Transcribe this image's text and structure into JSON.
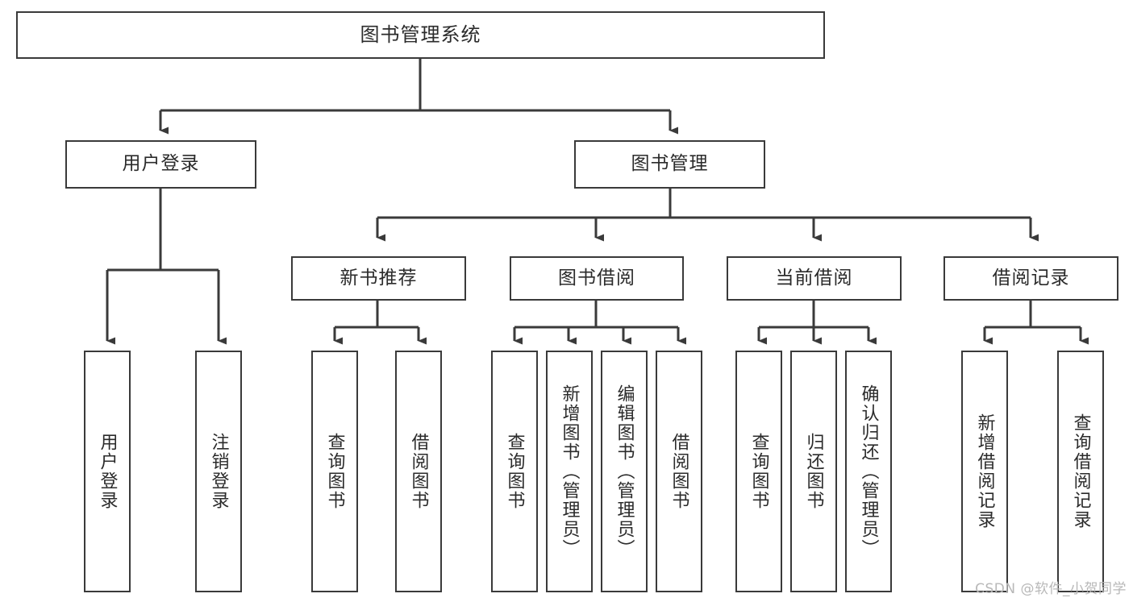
{
  "diagram": {
    "title": "图书管理系统",
    "watermark": "CSDN @软件_小贺同学",
    "line_color": "#3a3a3a",
    "box_border_color": "#3a3a3a",
    "text_color": "#2b2b2b",
    "background": "#ffffff"
  },
  "nodes": {
    "root": {
      "label": "图书管理系统"
    },
    "level2": [
      {
        "label": "用户登录"
      },
      {
        "label": "图书管理"
      }
    ],
    "level3": [
      {
        "label": "新书推荐"
      },
      {
        "label": "图书借阅"
      },
      {
        "label": "当前借阅"
      },
      {
        "label": "借阅记录"
      }
    ],
    "leaves": {
      "user_login": [
        {
          "label": "用户登录"
        },
        {
          "label": "注销登录"
        }
      ],
      "new_book": [
        {
          "label": "查询图书"
        },
        {
          "label": "借阅图书"
        }
      ],
      "book_borrow": [
        {
          "label": "查询图书"
        },
        {
          "label": "新增图书（管理员）"
        },
        {
          "label": "编辑图书（管理员）"
        },
        {
          "label": "借阅图书"
        }
      ],
      "current_borrow": [
        {
          "label": "查询图书"
        },
        {
          "label": "归还图书"
        },
        {
          "label": "确认归还（管理员）"
        }
      ],
      "borrow_record": [
        {
          "label": "新增借阅记录"
        },
        {
          "label": "查询借阅记录"
        }
      ]
    }
  }
}
